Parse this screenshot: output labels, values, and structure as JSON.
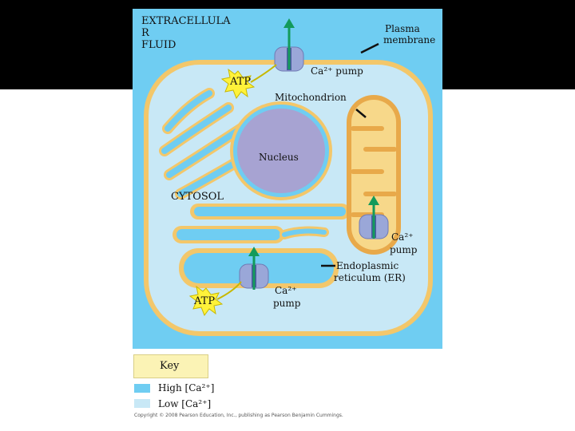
{
  "labels": {
    "extracellular": [
      "EXTRACELLULA",
      "R",
      "FLUID"
    ],
    "plasma_membrane": [
      "Plasma",
      "membrane"
    ],
    "ca_pump_top": "Ca²⁺ pump",
    "atp_top": "ATP",
    "mitochondrion": "Mitochondrion",
    "nucleus": "Nucleus",
    "cytosol": "CYTOSOL",
    "ca_pump_right": [
      "Ca²⁺",
      "pump"
    ],
    "er": [
      "Endoplasmic",
      "reticulum (ER)"
    ],
    "atp_bottom": "ATP",
    "ca_pump_bottom": [
      "Ca²⁺",
      "pump"
    ]
  },
  "key": {
    "title": "Key",
    "high": "High [Ca²⁺]",
    "low": "Low [Ca²⁺]",
    "high_color": "#6fcdf2",
    "low_color": "#c8e8f6"
  },
  "copyright": "Copyright © 2008 Pearson Education, Inc., publishing as Pearson Benjamin Cummings.",
  "colors": {
    "background": "#000000",
    "high_ca": "#6fcdf2",
    "cytosol": "#c8e8f6",
    "membrane": "#f3c76a",
    "nucleus": "#a7a3d2",
    "atp_burst": "#fff23a",
    "pump": "#9aa7d8",
    "arrow": "#139a5b"
  }
}
